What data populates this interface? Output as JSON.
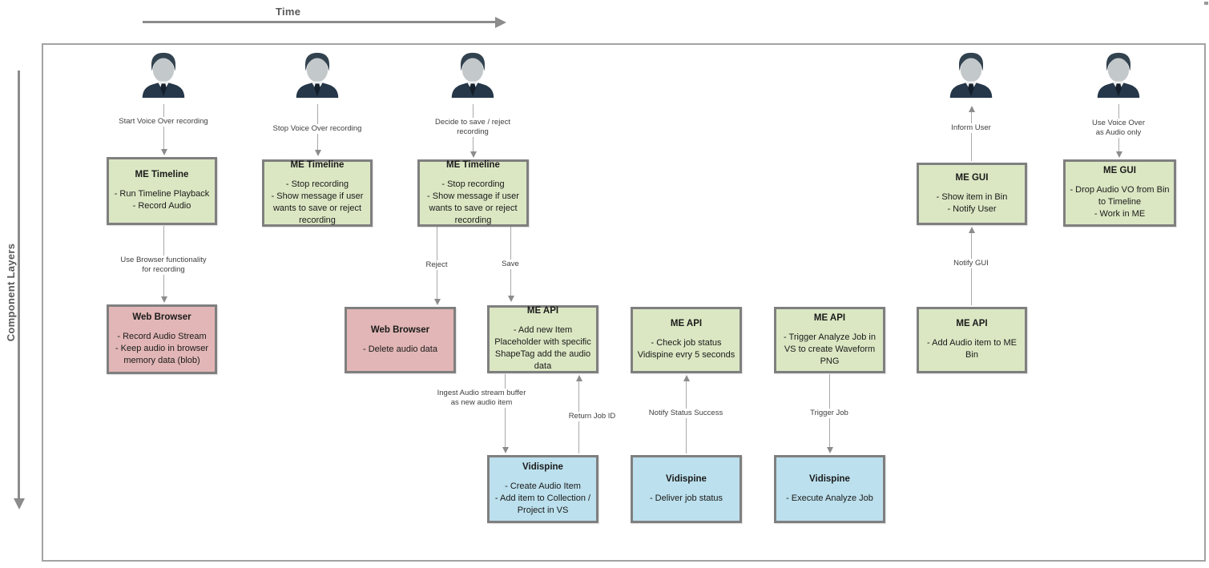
{
  "diagram": {
    "time_axis_label": "Time",
    "layers_axis_label": "Component Layers"
  },
  "boxes": {
    "timeline_start": {
      "title": "ME Timeline",
      "body": "- Run Timeline Playback\n- Record Audio"
    },
    "timeline_stop": {
      "title": "ME Timeline",
      "body": "- Stop recording\n- Show message if user wants to save or reject recording"
    },
    "timeline_decide": {
      "title": "ME Timeline",
      "body": "- Stop recording\n- Show message if user wants to save or reject recording"
    },
    "browser_record": {
      "title": "Web Browser",
      "body": "- Record Audio Stream\n- Keep audio in browser memory data (blob)"
    },
    "browser_delete": {
      "title": "Web Browser",
      "body": "- Delete audio data"
    },
    "api_add_item": {
      "title": "ME API",
      "body": "- Add new Item Placeholder with specific ShapeTag  add the audio data"
    },
    "api_check_status": {
      "title": "ME API",
      "body": "- Check job status Vidispine evry 5 seconds"
    },
    "api_trigger_analyze": {
      "title": "ME API",
      "body": "- Trigger Analyze Job in VS to create Waveform PNG"
    },
    "gui_show_item": {
      "title": "ME GUI",
      "body": "- Show item in Bin\n- Notify User"
    },
    "api_add_to_bin": {
      "title": "ME API",
      "body": "- Add Audio item to ME Bin"
    },
    "gui_use_vo": {
      "title": "ME GUI",
      "body": "- Drop Audio VO from Bin to Timeline\n- Work in ME"
    },
    "vs_create_item": {
      "title": "Vidispine",
      "body": "- Create Audio Item\n- Add item to Collection / Project in VS"
    },
    "vs_deliver_status": {
      "title": "Vidispine",
      "body": "- Deliver job status"
    },
    "vs_execute_analyze": {
      "title": "Vidispine",
      "body": "- Execute Analyze Job"
    }
  },
  "edges": {
    "start_vo": "Start Voice Over recording",
    "use_browser": "Use Browser functionality\nfor recording",
    "stop_vo": "Stop Voice Over recording",
    "decide": "Decide to save / reject\nrecording",
    "reject": "Reject",
    "save": "Save",
    "ingest": "Ingest Audio stream buffer\nas new audio item",
    "return_job_id": "Return Job ID",
    "notify_status": "Notify Status Success",
    "trigger_job": "Trigger Job",
    "notify_gui": "Notify GUI",
    "inform_user": "Inform User",
    "use_vo": "Use Voice Over\nas Audio only"
  },
  "colors": {
    "box_green": "#dbe7c3",
    "box_red": "#e2b6b6",
    "box_blue": "#bce0ed",
    "box_border": "#7f7f7f",
    "arrow": "#8c8c8c",
    "axis": "#8c8c8c"
  },
  "icons": {
    "actor": "person-icon"
  }
}
